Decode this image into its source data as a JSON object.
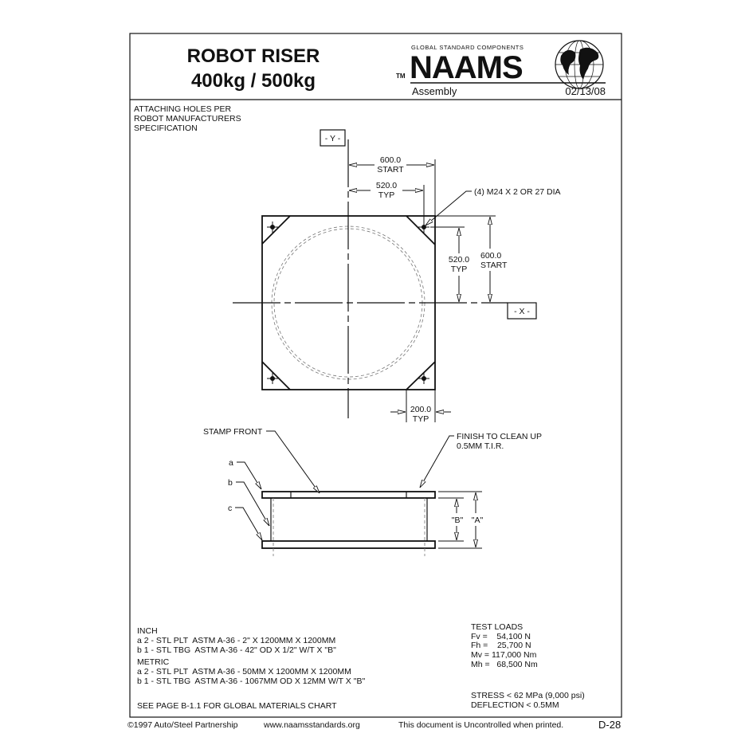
{
  "header": {
    "title_line1": "ROBOT RISER",
    "title_line2": "400kg / 500kg",
    "logo_tagline": "GLOBAL STANDARD COMPONENTS",
    "logo_text": "NAAMS",
    "trademark": "TM",
    "category": "Assembly",
    "date": "02/13/08"
  },
  "notes": {
    "attaching_holes": [
      "ATTACHING HOLES PER",
      "ROBOT MANUFACTURERS",
      "SPECIFICATION"
    ]
  },
  "top_view": {
    "y_datum": "- Y -",
    "x_datum": "- X -",
    "dim_600_h": [
      "600.0",
      "START"
    ],
    "dim_520_h": [
      "520.0",
      "TYP"
    ],
    "hole_callout": "(4) M24 X 2 OR 27 DIA",
    "dim_520_v": [
      "520.0",
      "TYP"
    ],
    "dim_600_v": [
      "600.0",
      "START"
    ],
    "dim_200": [
      "200.0",
      "TYP"
    ]
  },
  "side_view": {
    "stamp_front": "STAMP FRONT",
    "finish": [
      "FINISH TO CLEAN UP",
      "0.5MM T.I.R."
    ],
    "label_a": "a",
    "label_b": "b",
    "label_c": "c",
    "dim_B": "\"B\"",
    "dim_A": "\"A\""
  },
  "materials": {
    "inch_heading": "INCH",
    "inch_items": [
      "a 2 - STL PLT  ASTM A-36 - 2\" X 1200MM X 1200MM",
      "b 1 - STL TBG  ASTM A-36 - 42\" OD X 1/2\" W/T X \"B\""
    ],
    "metric_heading": "METRIC",
    "metric_items": [
      "a 2 - STL PLT  ASTM A-36 - 50MM X 1200MM X 1200MM",
      "b 1 - STL TBG  ASTM A-36 - 1067MM OD X 12MM W/T X \"B\""
    ],
    "see_page": "SEE PAGE B-1.1 FOR GLOBAL MATERIALS CHART"
  },
  "test_loads": {
    "heading": "TEST LOADS",
    "items": [
      "Fv =    54,100 N",
      "Fh =    25,700 N",
      "Mv = 117,000 Nm",
      "Mh =   68,500 Nm"
    ],
    "stress": "STRESS < 62 MPa (9,000 psi)",
    "deflection": "DEFLECTION < 0.5MM"
  },
  "footer": {
    "copyright": "©1997 Auto/Steel Partnership",
    "website": "www.naamsstandards.org",
    "disclaimer": "This document is Uncontrolled when printed.",
    "page": "D-28"
  }
}
